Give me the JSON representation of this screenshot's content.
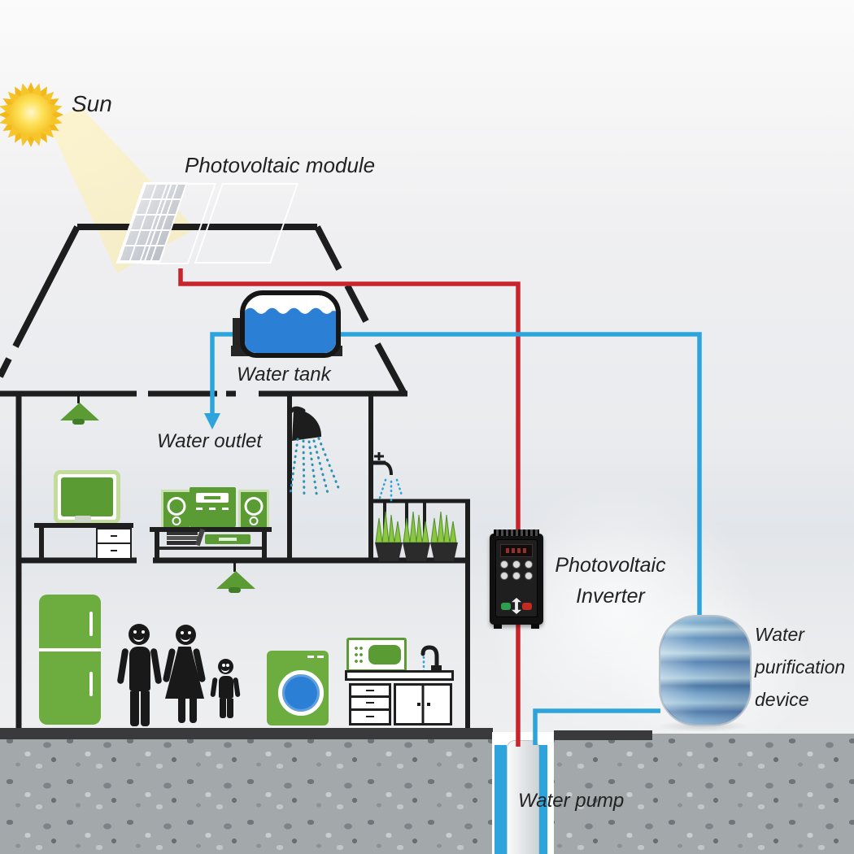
{
  "labels": {
    "sun": "Sun",
    "photovoltaic_module": "Photovoltaic module",
    "water_tank": "Water tank",
    "water_outlet": "Water outlet",
    "photovoltaic_inverter": [
      "Photovoltaic",
      "Inverter"
    ],
    "water_purification_device": [
      "Water",
      "purification",
      "device"
    ],
    "water_pump": "Water pump"
  },
  "colors": {
    "outline": "#1d1d1d",
    "power_wire_red": "#c8242b",
    "water_pipe_blue": "#2da5dc",
    "tank_water_blue": "#2b7fd4",
    "appliance_green": "#6dac3f",
    "appliance_green_dark": "#5a9c33",
    "sun_yellow": "#f5bc20",
    "panel_blue": "#1f63bb",
    "spray_teal": "#2d93b5",
    "ground_gray": "#a3a8ab",
    "slab_dark": "#3a3a3c"
  },
  "icons": [
    "sun-icon",
    "sunbeam-icon",
    "photovoltaic-panel-icon",
    "water-tank-icon",
    "down-arrow-icon",
    "ceiling-lamp-icon",
    "computer-monitor-icon",
    "desk-icon",
    "stereo-icon",
    "shower-icon",
    "faucet-icon",
    "potted-plant-icon",
    "fridge-icon",
    "person-icon",
    "washing-machine-icon",
    "microwave-icon",
    "kitchen-cabinet-icon",
    "inverter-icon",
    "water-purifier-icon",
    "water-pump-icon",
    "well-icon",
    "ground-icon",
    "house-outline-icon",
    "power-wire-icon",
    "water-pipe-icon"
  ]
}
